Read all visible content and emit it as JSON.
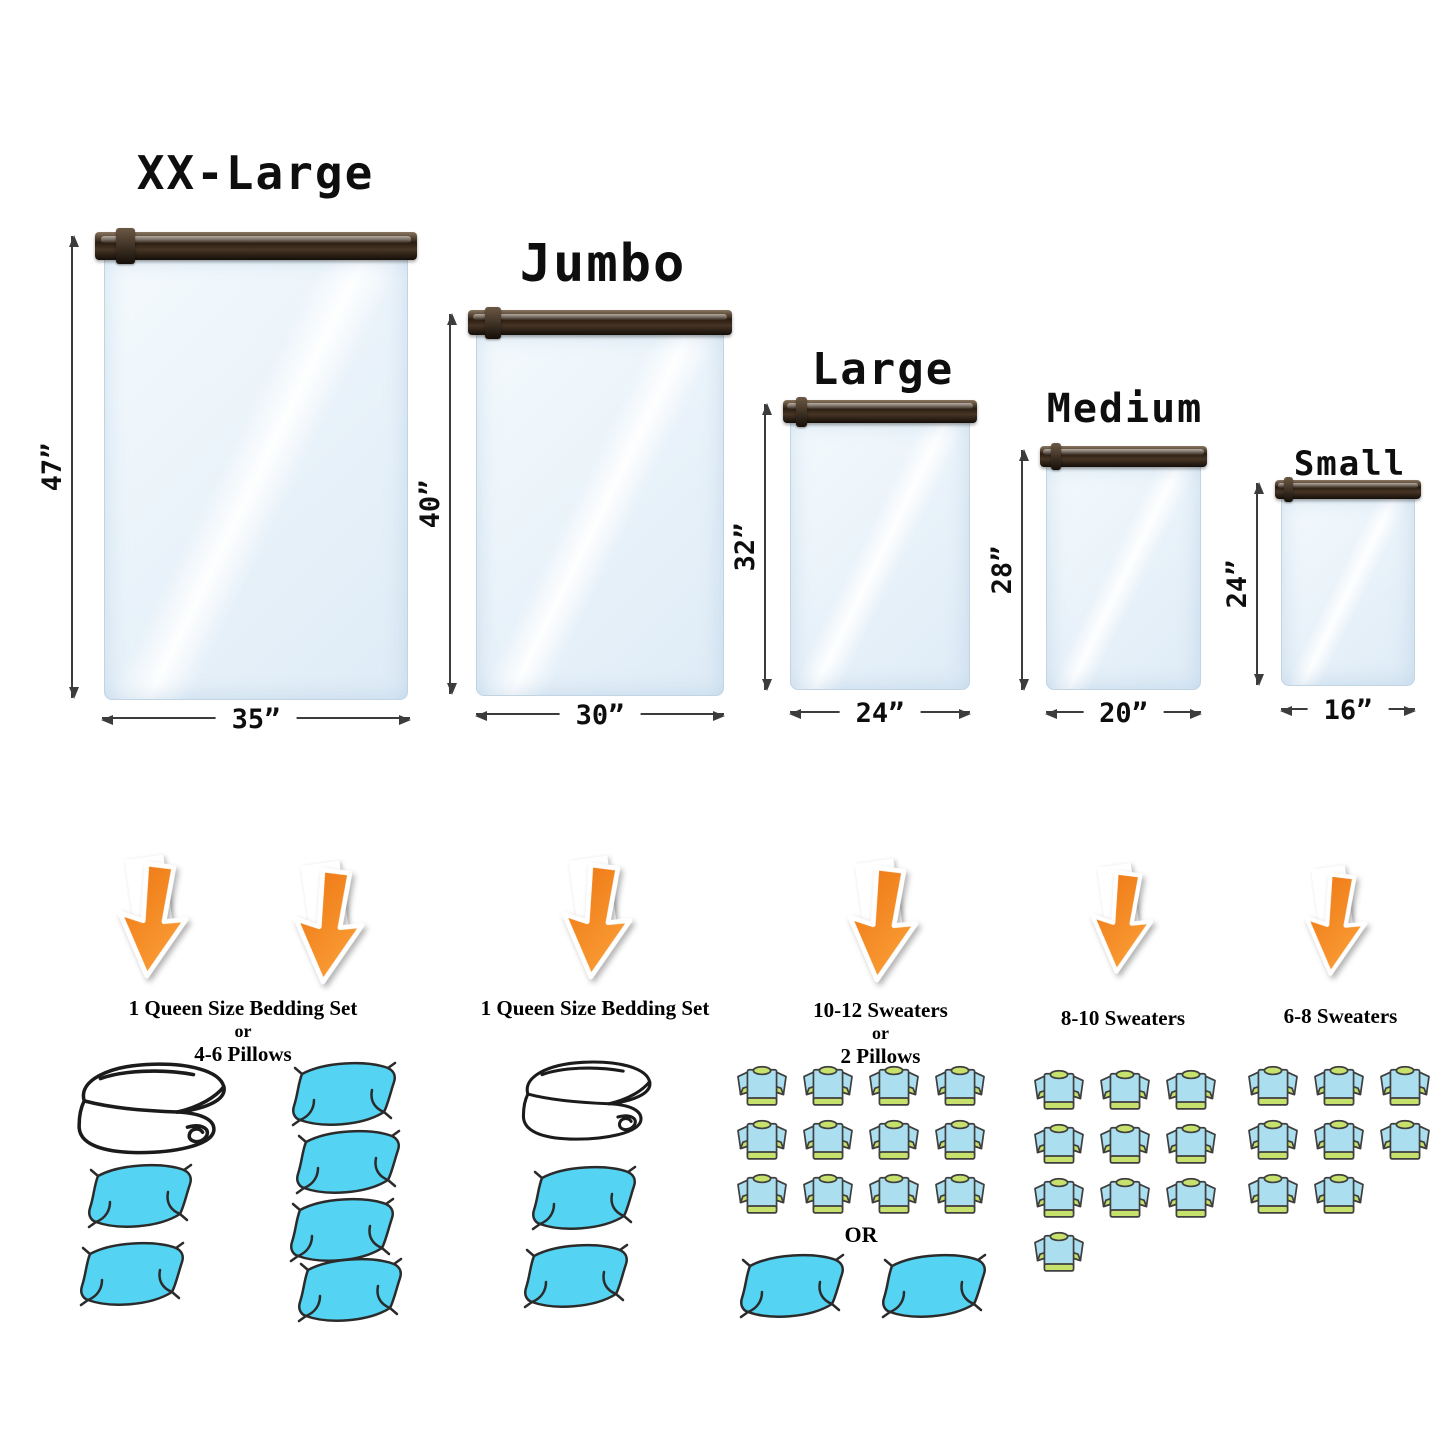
{
  "bags": [
    {
      "name": "XX-Large",
      "height": "47”",
      "width": "35”"
    },
    {
      "name": "Jumbo",
      "height": "40”",
      "width": "30”"
    },
    {
      "name": "Large",
      "height": "32”",
      "width": "24”"
    },
    {
      "name": "Medium",
      "height": "28”",
      "width": "20”"
    },
    {
      "name": "Small",
      "height": "24”",
      "width": "16”"
    }
  ],
  "sections": [
    {
      "label_lines": [
        "1 Queen Size Bedding Set",
        "or",
        "4-6 Pillows"
      ],
      "comforter_count": 1,
      "pillow_count": 6
    },
    {
      "label_lines": [
        "1 Queen Size Bedding Set"
      ],
      "comforter_count": 1,
      "pillow_count": 2
    },
    {
      "label_lines": [
        "10-12 Sweaters",
        "or",
        "2 Pillows"
      ],
      "sweaters": 12,
      "or_divider": "OR",
      "pillow_count": 2
    },
    {
      "label_lines": [
        "8-10 Sweaters"
      ],
      "sweaters": 10
    },
    {
      "label_lines": [
        "6-8 Sweaters"
      ],
      "sweaters": 8
    }
  ],
  "colors": {
    "arrow_orange": "#ED7612",
    "arrow_orange_light": "#FCA33C",
    "pillow_cyan": "#54D4F2",
    "pillow_outline": "#2b2b2b",
    "sweater_body": "#ABDEEF",
    "sweater_trim": "#C6E16C",
    "dimension_line": "#3c3c3c"
  }
}
